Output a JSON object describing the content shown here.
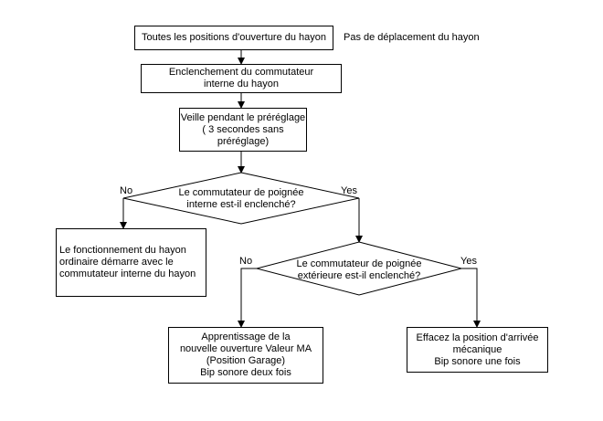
{
  "flowchart": {
    "start": {
      "text": "Toutes les positions d'ouverture du hayon"
    },
    "start_note": {
      "text": "Pas de déplacement du hayon"
    },
    "switch_step": {
      "lines": [
        "Enclenchement du commutateur",
        "interne du hayon"
      ]
    },
    "watch_step": {
      "lines": [
        "Veille pendant le préréglage",
        "( 3 secondes sans",
        "préréglage)"
      ]
    },
    "decision_inner": {
      "lines": [
        "Le commutateur de poignée",
        "interne est-il enclenché?"
      ],
      "no_label": "No",
      "yes_label": "Yes"
    },
    "ordinary_result": {
      "lines": [
        "Le fonctionnement du hayon",
        "ordinaire démarre avec le",
        "commutateur interne du hayon"
      ]
    },
    "decision_outer": {
      "lines": [
        "Le commutateur de poignée",
        "extérieure est-il enclenché?"
      ],
      "no_label": "No",
      "yes_label": "Yes"
    },
    "learn_result": {
      "lines": [
        "Apprentissage de la",
        "nouvelle ouverture Valeur MA",
        "(Position Garage)",
        "Bip sonore deux fois"
      ]
    },
    "erase_result": {
      "lines": [
        "Effacez la position d'arrivée",
        "mécanique",
        "Bip sonore une fois"
      ]
    }
  }
}
